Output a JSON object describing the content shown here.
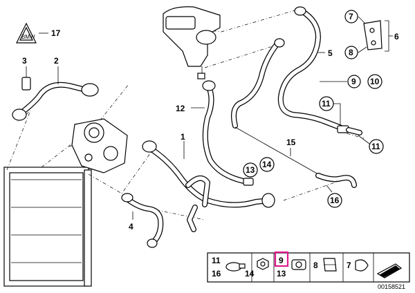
{
  "callouts": {
    "c17": "17",
    "c3": "3",
    "c2": "2",
    "c12": "12",
    "c1": "1",
    "c4": "4",
    "c5": "5",
    "c6": "6",
    "c7": "7",
    "c8": "8",
    "c9": "9",
    "c10": "10",
    "c11a": "11",
    "c11b": "11",
    "c13": "13",
    "c14": "14",
    "c15": "15",
    "c16": "16"
  },
  "warning_symbol_text": "BMW",
  "legend": {
    "cell1_top": "11",
    "cell1_bottom": "16",
    "cell2_bottom": "14",
    "cell3_top": "9",
    "cell3_bottom": "13",
    "cell4": "8",
    "cell5": "7"
  },
  "diagram_id": "00158521",
  "colors": {
    "highlight": "#e0198c",
    "line": "#000000",
    "background": "#ffffff"
  }
}
